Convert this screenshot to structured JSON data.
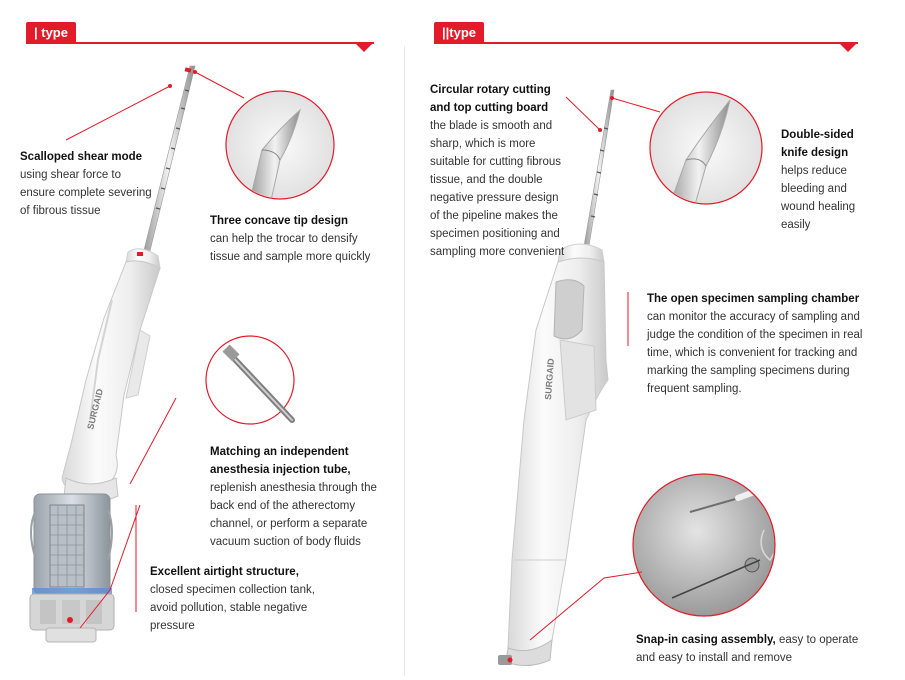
{
  "sections": {
    "left": {
      "tab": "| type"
    },
    "right": {
      "tab": "||type"
    }
  },
  "brand": "SURGAID",
  "colors": {
    "accent": "#e21b2a",
    "device": "#f1f1f1",
    "device_shade": "#d6d6d6"
  },
  "features": {
    "scalloped": {
      "title": "Scalloped shear mode",
      "body": "using shear force to ensure complete severing of fibrous tissue"
    },
    "concave": {
      "title": "Three concave tip design",
      "body": "can help the trocar to densify tissue and sample more quickly"
    },
    "anesthesia": {
      "title": "Matching an independent anesthesia injection tube,",
      "body": "replenish anesthesia through the back end of the atherectomy channel, or perform a separate vacuum suction of body fluids"
    },
    "airtight": {
      "title": "Excellent airtight structure,",
      "body": "closed specimen collection tank, avoid pollution, stable negative pressure"
    },
    "rotary": {
      "title": "Circular rotary cutting and top cutting board",
      "body": "the blade is smooth and sharp, which is more suitable for cutting fibrous tissue, and the double negative pressure design of the pipeline makes the specimen positioning and sampling more convenient"
    },
    "double_knife": {
      "title": "Double-sided knife design",
      "body": "helps reduce bleeding and wound healing easily"
    },
    "chamber": {
      "title": "The open specimen sampling chamber",
      "body": "can monitor the accuracy of sampling and judge the condition of the specimen in real time, which is convenient for tracking and marking the sampling specimens during frequent sampling."
    },
    "snap": {
      "title": "Snap-in casing assembly,",
      "body": "easy to operate and easy to install and remove"
    }
  }
}
